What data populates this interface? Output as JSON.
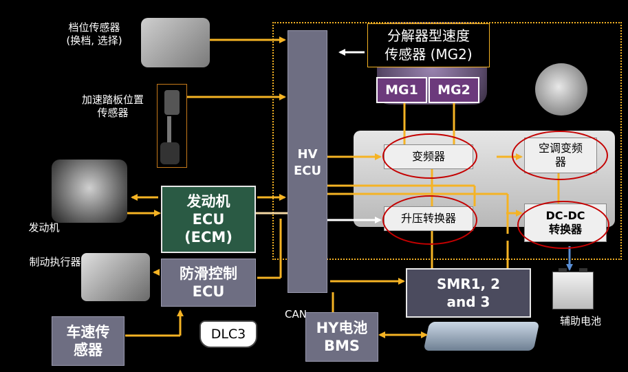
{
  "labels": {
    "shift_sensor": "档位传感器\n(换档, 选择)",
    "accel_sensor": "加速踏板位置\n传感器",
    "engine": "发动机",
    "brake_actuator": "制动执行器",
    "resolver": "分解器型速度\n传感器 (MG2)",
    "aux_battery": "辅助电池",
    "can": "CAN"
  },
  "boxes": {
    "hv_ecu": "HV\nECU",
    "engine_ecu": "发动机\nECU\n(ECM)",
    "skid_ecu": "防滑控制\nECU",
    "speed_sensor": "车速传\n感器",
    "dlc3": "DLC3",
    "bms": "HY电池\nBMS",
    "smr": "SMR1, 2\nand 3",
    "mg1": "MG1",
    "mg2": "MG2",
    "inverter": "变频器",
    "ac_inverter": "空调变频\n器",
    "boost": "升压转换器",
    "dcdc": "DC-DC\n转换器"
  },
  "colors": {
    "arrow": "#f5b324",
    "white_arrow": "#ffffff",
    "ellipse": "#c40000",
    "dotted": "#f5b324"
  }
}
